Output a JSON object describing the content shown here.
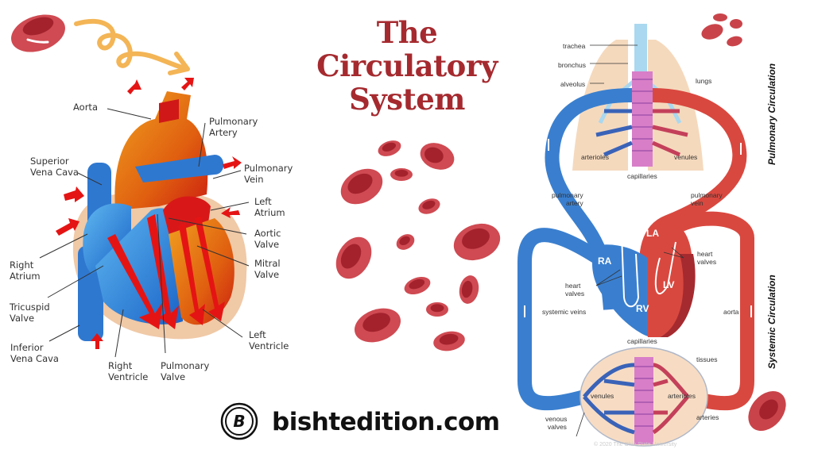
{
  "title": {
    "line1": "The",
    "line2": "Circulatory",
    "line3": "System"
  },
  "colors": {
    "title": "#a52a2f",
    "oxygen_poor": "#3a7fcf",
    "oxygen_rich": "#d9483f",
    "cell": "#c9444a",
    "accent_arrow": "#f3b556",
    "tissue": "#f7dcc3"
  },
  "heart_diagram": {
    "labels": {
      "aorta": "Aorta",
      "pulmonary_artery": [
        "Pulmonary",
        "Artery"
      ],
      "superior_vena_cava": [
        "Superior",
        "Vena Cava"
      ],
      "pulmonary_vein": [
        "Pulmonary",
        "Vein"
      ],
      "left_atrium": [
        "Left",
        "Atrium"
      ],
      "aortic_valve": [
        "Aortic",
        "Valve"
      ],
      "right_atrium": [
        "Right",
        "Atrium"
      ],
      "mitral_valve": [
        "Mitral",
        "Valve"
      ],
      "tricuspid_valve": [
        "Tricuspid",
        "Valve"
      ],
      "left_ventricle": [
        "Left",
        "Ventricle"
      ],
      "inferior_vena_cava": [
        "Inferior",
        "Vena Cava"
      ],
      "right_ventricle": [
        "Right",
        "Ventricle"
      ],
      "pulmonary_valve": [
        "Pulmonary",
        "Valve"
      ]
    }
  },
  "circulation_diagram": {
    "pulmonary_section": "Pulmonary Circulation",
    "systemic_section": "Systemic Circulation",
    "labels": {
      "trachea": "trachea",
      "bronchus": "bronchus",
      "alveolus": "alveolus",
      "lungs": "lungs",
      "arterioles_top": "arterioles",
      "venules_top": "venules",
      "capillaries_top": "capillaries",
      "pulmonary_artery": [
        "pulmonary",
        "artery"
      ],
      "pulmonary_vein": [
        "pulmonary",
        "vein"
      ],
      "la": "LA",
      "ra": "RA",
      "lv": "LV",
      "rv": "RV",
      "heart_valves_right": [
        "heart",
        "valves"
      ],
      "heart_valves_left": [
        "heart",
        "valves"
      ],
      "systemic_veins": "systemic veins",
      "aorta": "aorta",
      "capillaries_bottom": "capillaries",
      "tissues": "tissues",
      "venules_bottom": "venules",
      "arterioles_bottom": "arterioles",
      "arteries": "arteries",
      "venous_valves": [
        "venous",
        "valves"
      ]
    },
    "credit": "© 2020 The Ohio State University"
  },
  "brand": {
    "logo_letter": "B",
    "name": "bishtedition.com"
  }
}
